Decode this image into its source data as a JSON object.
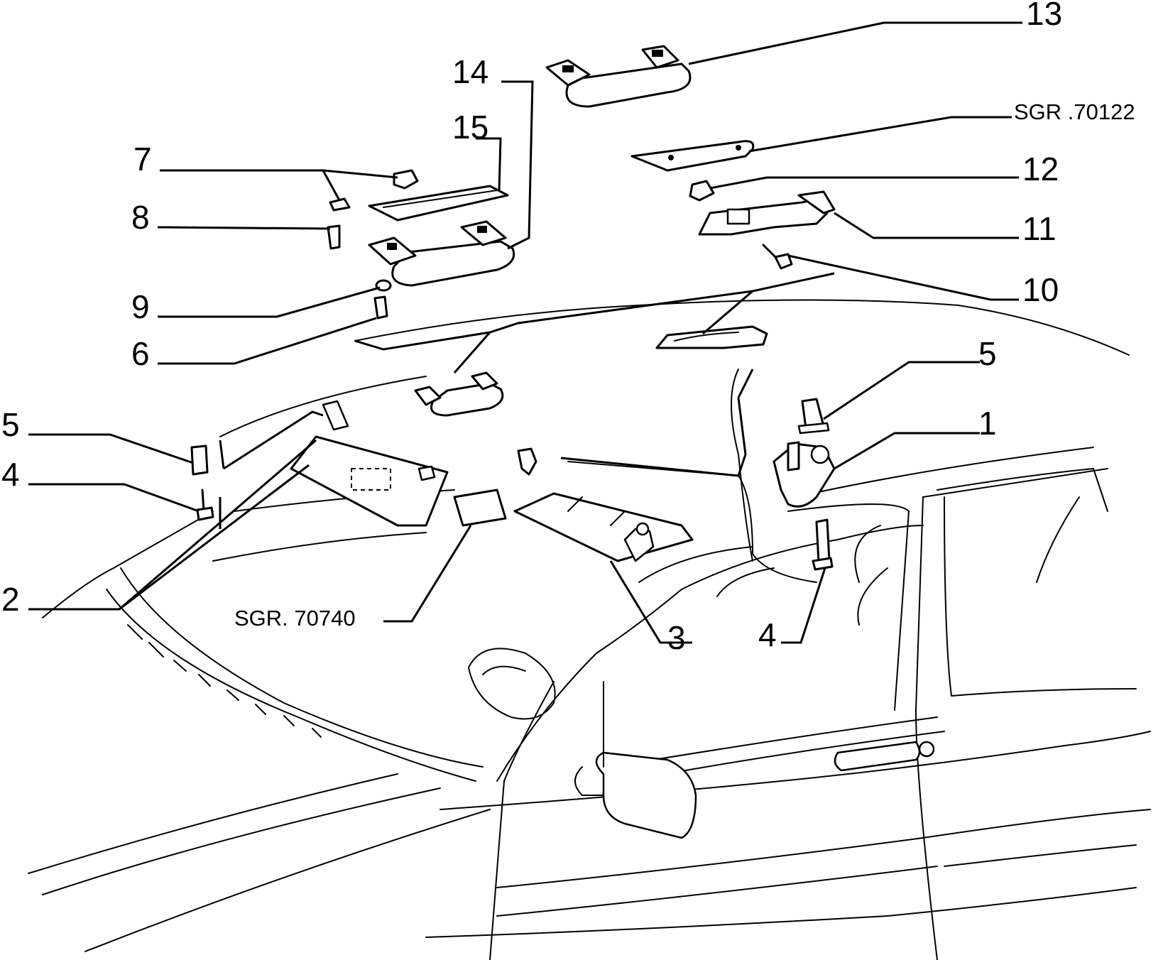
{
  "callouts": {
    "c1": "1",
    "c2": "2",
    "c3": "3",
    "c4_left": "4",
    "c4_right": "4",
    "c5_left": "5",
    "c5_right": "5",
    "c6": "6",
    "c7": "7",
    "c8": "8",
    "c9": "9",
    "c10": "10",
    "c11": "11",
    "c12": "12",
    "c13": "13",
    "c14": "14",
    "c15": "15"
  },
  "references": {
    "sgr_70122": "SGR .70122",
    "sgr_70740": "SGR. 70740"
  }
}
